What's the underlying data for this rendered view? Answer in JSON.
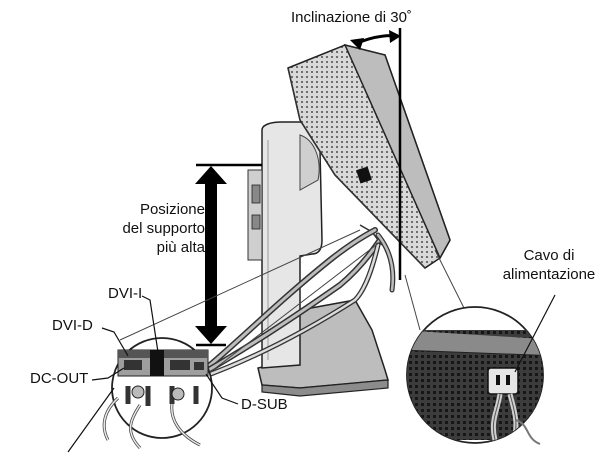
{
  "labels": {
    "tilt": "Inclinazione di 30˚",
    "stand_line1": "Posizione",
    "stand_line2": "del supporto",
    "stand_line3": "più alta",
    "power_line1": "Cavo di",
    "power_line2": "alimentazione",
    "dvi_i": "DVI-I",
    "dvi_d": "DVI-D",
    "dc_out": "DC-OUT",
    "d_sub": "D-SUB"
  }
}
